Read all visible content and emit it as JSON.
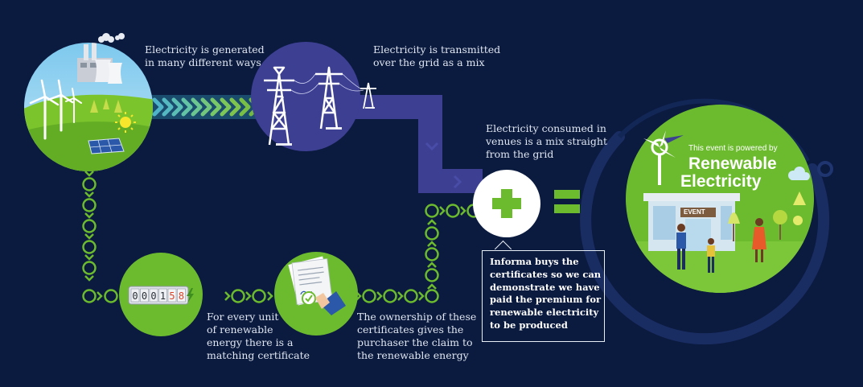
{
  "captions": {
    "generation": [
      "Electricity is generated",
      "in many different ways"
    ],
    "transmission": [
      "Electricity is transmitted",
      "over the grid as a mix"
    ],
    "consumption": [
      "Electricity consumed in",
      "venues is a mix straight",
      "from the grid"
    ],
    "certificate": [
      "For every unit",
      "of renewable",
      "energy there is a",
      "matching certificate"
    ],
    "ownership": [
      "The ownership of these",
      "certificates gives the",
      "purchaser the claim to",
      "the renewable energy"
    ],
    "informa": [
      "Informa buys the",
      "certificates so we can",
      "demonstrate we have",
      "paid the premium for",
      "renewable electricity",
      "to be produced"
    ]
  },
  "meter": {
    "digits": [
      "0",
      "0",
      "0",
      "1",
      "5",
      "8"
    ]
  },
  "event": {
    "powered_by": "This event is powered by",
    "headline_1": "Renewable",
    "headline_2": "Electricity",
    "sign": "EVENT"
  },
  "colors": {
    "background": "#0b1a3f",
    "green": "#6cbb2e",
    "green_dark": "#3e8d1f",
    "purple": "#3d3f93",
    "purple_light": "#4c4faa",
    "text": "#dfe6f0"
  },
  "icons": [
    "power-plant-icon",
    "wind-turbine-icon",
    "solar-panel-icon",
    "sun-icon",
    "pylon-icon",
    "plus-icon",
    "equals-icon",
    "meter-icon",
    "lightning-icon",
    "certificate-icon",
    "stamp-icon",
    "wind-turbine-logo-icon",
    "cloud-icon",
    "person-icon"
  ]
}
